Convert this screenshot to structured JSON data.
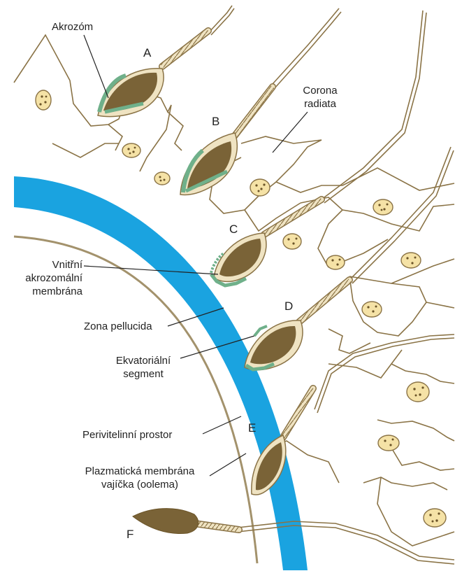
{
  "labels": {
    "akrozom": "Akrozóm",
    "corona_radiata": [
      "Corona",
      "radiata"
    ],
    "vnitrni_membrana": [
      "Vnitřní",
      "akrozomální",
      "membrána"
    ],
    "zona_pellucida": "Zona pellucida",
    "ekvatorialni_segment": [
      "Ekvatoriální",
      "segment"
    ],
    "perivitelinni_prostor": "Perivitelinní prostor",
    "plazmaticka_membrana": [
      "Plazmatická membrána",
      "vajíčka (oolema)"
    ]
  },
  "stages": [
    "A",
    "B",
    "C",
    "D",
    "E",
    "F"
  ],
  "colors": {
    "zona_pellucida": "#1aa3e0",
    "sperm_head": "#7a6337",
    "outline": "#8a7346",
    "acrosome": "#6fb08a",
    "nucleus_fill": "#f5e2a6",
    "cell_outline": "#8a7346",
    "oolema": "#a3926c",
    "background": "#ffffff"
  }
}
